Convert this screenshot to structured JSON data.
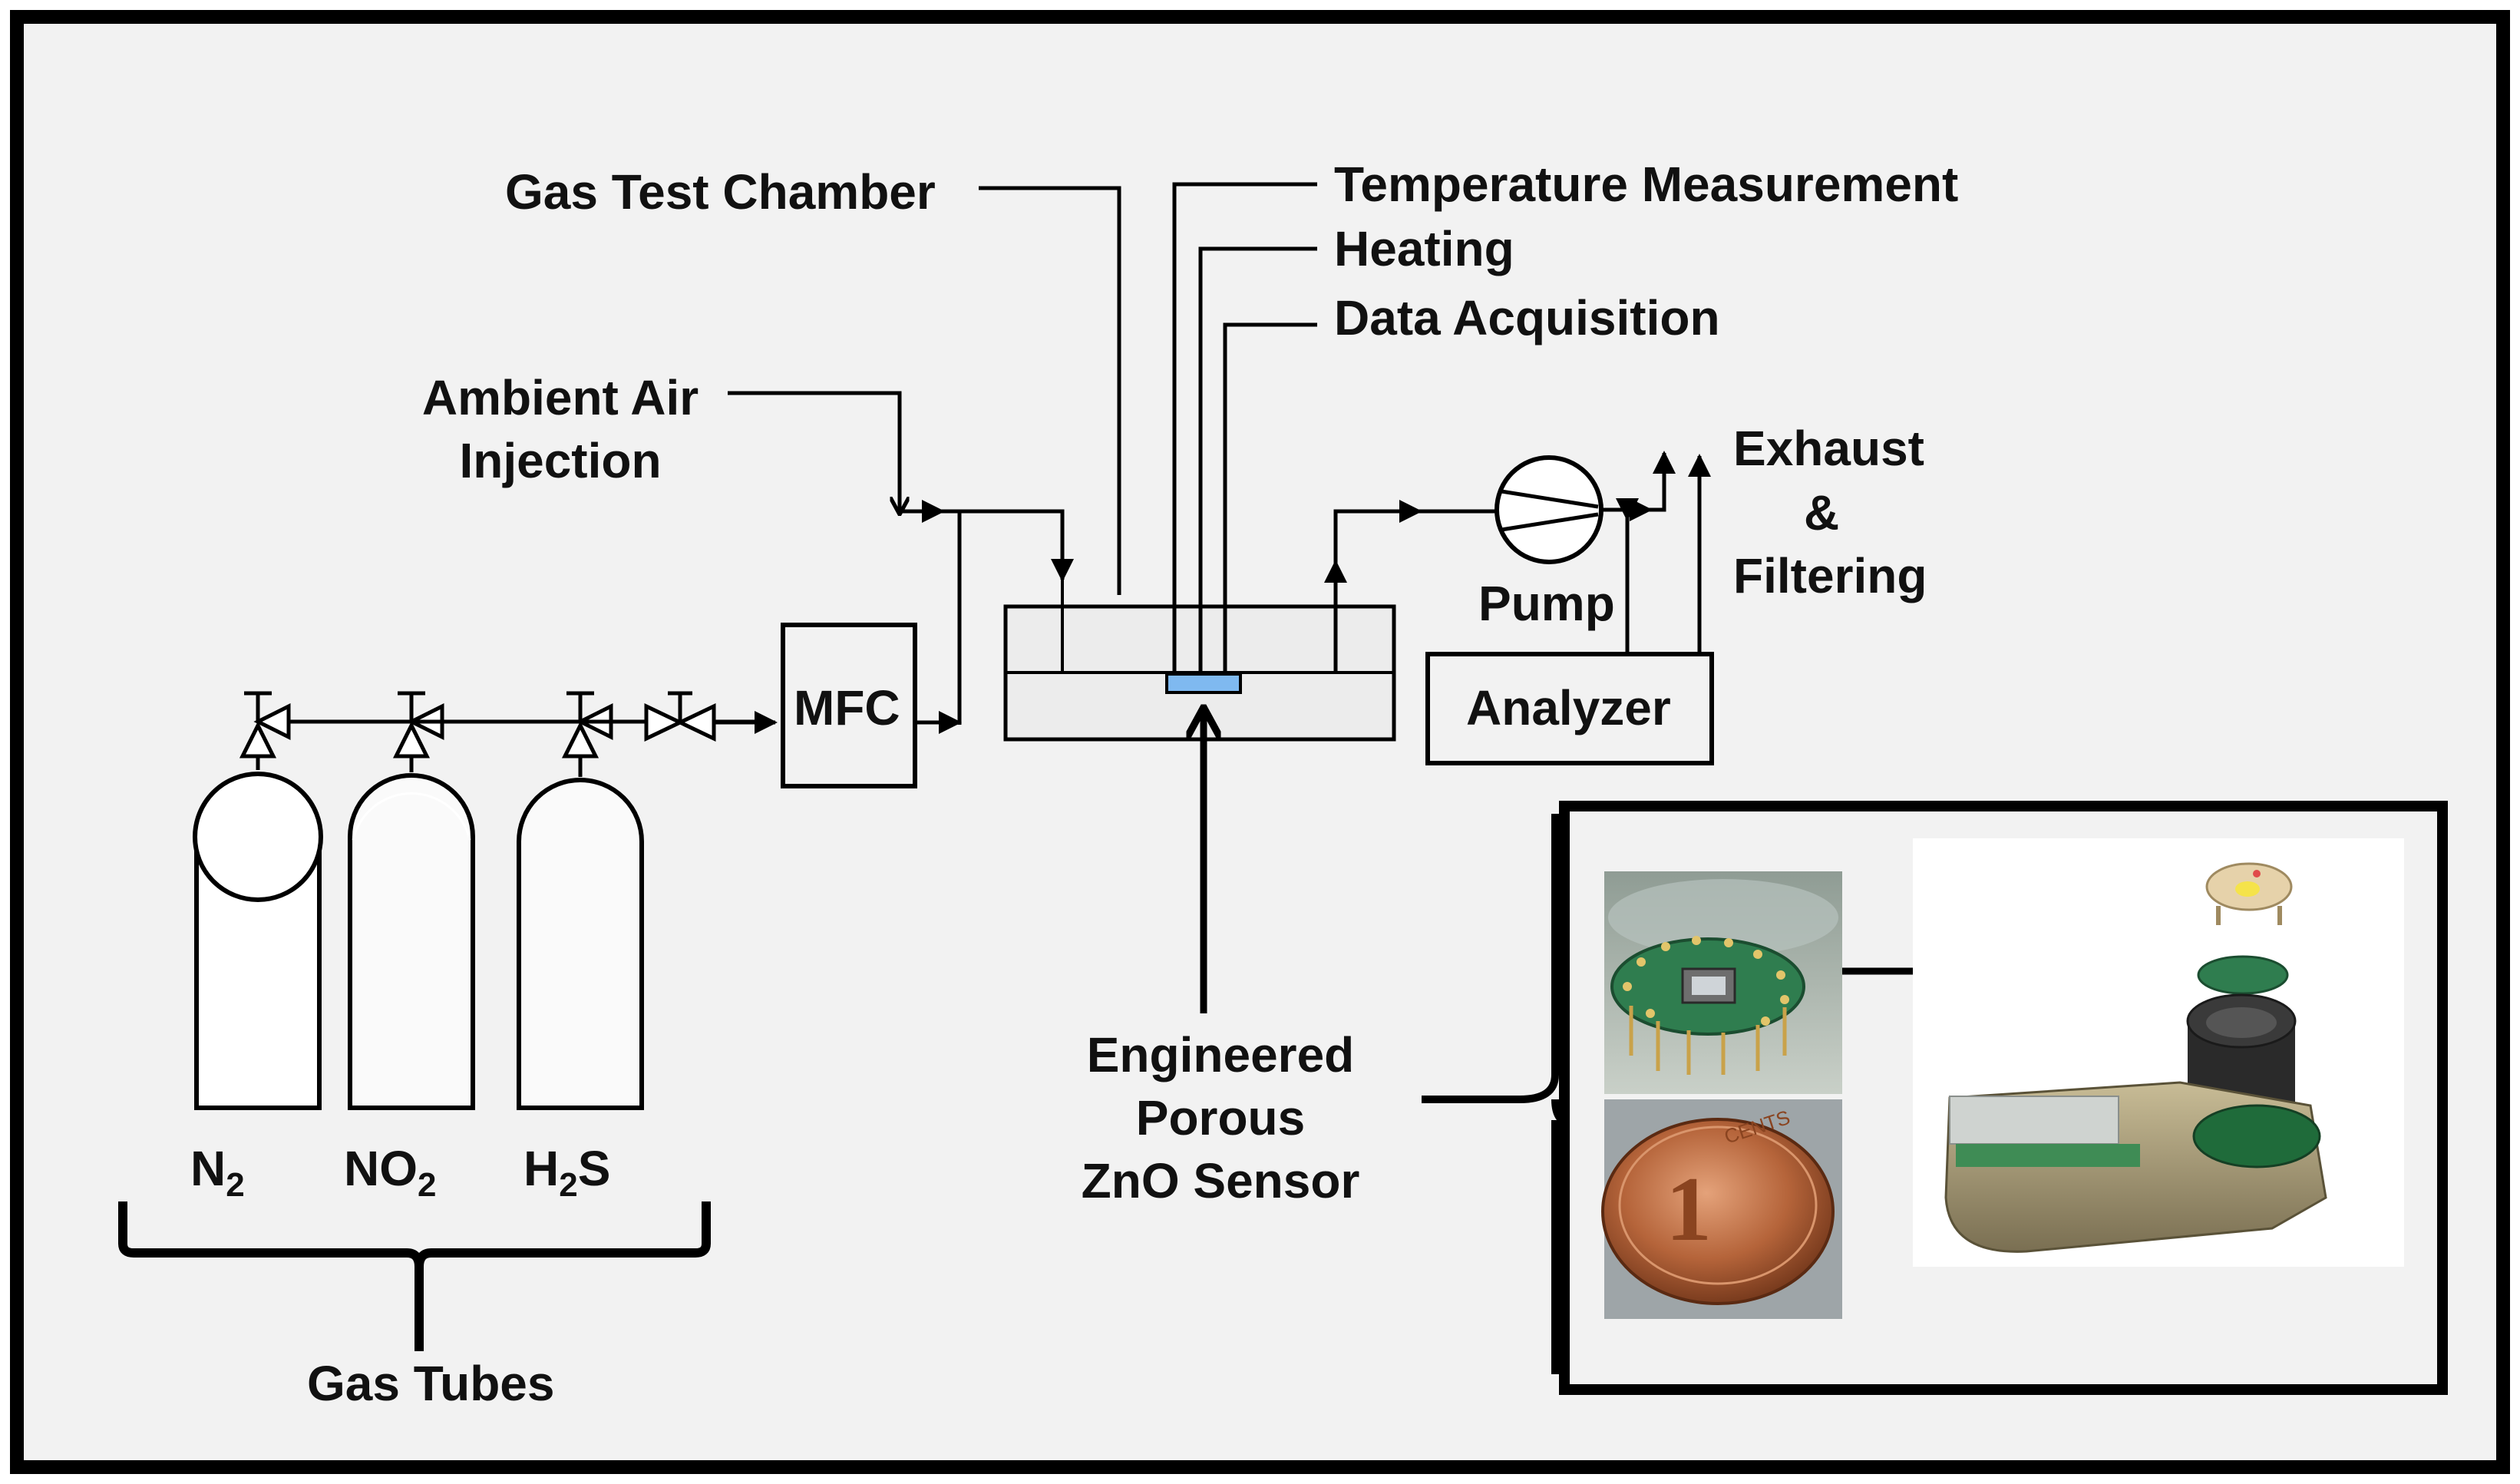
{
  "labels": {
    "gas_test_chamber": "Gas Test Chamber",
    "temperature_measurement": "Temperature Measurement",
    "heating": "Heating",
    "data_acquisition": "Data Acquisition",
    "ambient_air_line1": "Ambient Air",
    "ambient_air_line2": "Injection",
    "exhaust_line1": "Exhaust",
    "exhaust_line2": "&",
    "exhaust_line3": "Filtering",
    "pump": "Pump",
    "analyzer": "Analyzer",
    "mfc": "MFC",
    "sensor_line1": "Engineered",
    "sensor_line2": "Porous",
    "sensor_line3": "ZnO Sensor",
    "gas_tubes": "Gas Tubes"
  },
  "tubes": [
    {
      "base": "N",
      "sub": "2",
      "post": ""
    },
    {
      "base": "NO",
      "sub": "2",
      "post": ""
    },
    {
      "base": "H",
      "sub": "2",
      "post": "S"
    }
  ],
  "coin_text": "CENTS",
  "colors": {
    "background": "#f2f2f2",
    "line": "#000000",
    "sensor_chip": "#7fb9f0",
    "chamber_fill": "#ececec",
    "pcb_green": "#2f7d4f",
    "copper": "#b5643a"
  }
}
